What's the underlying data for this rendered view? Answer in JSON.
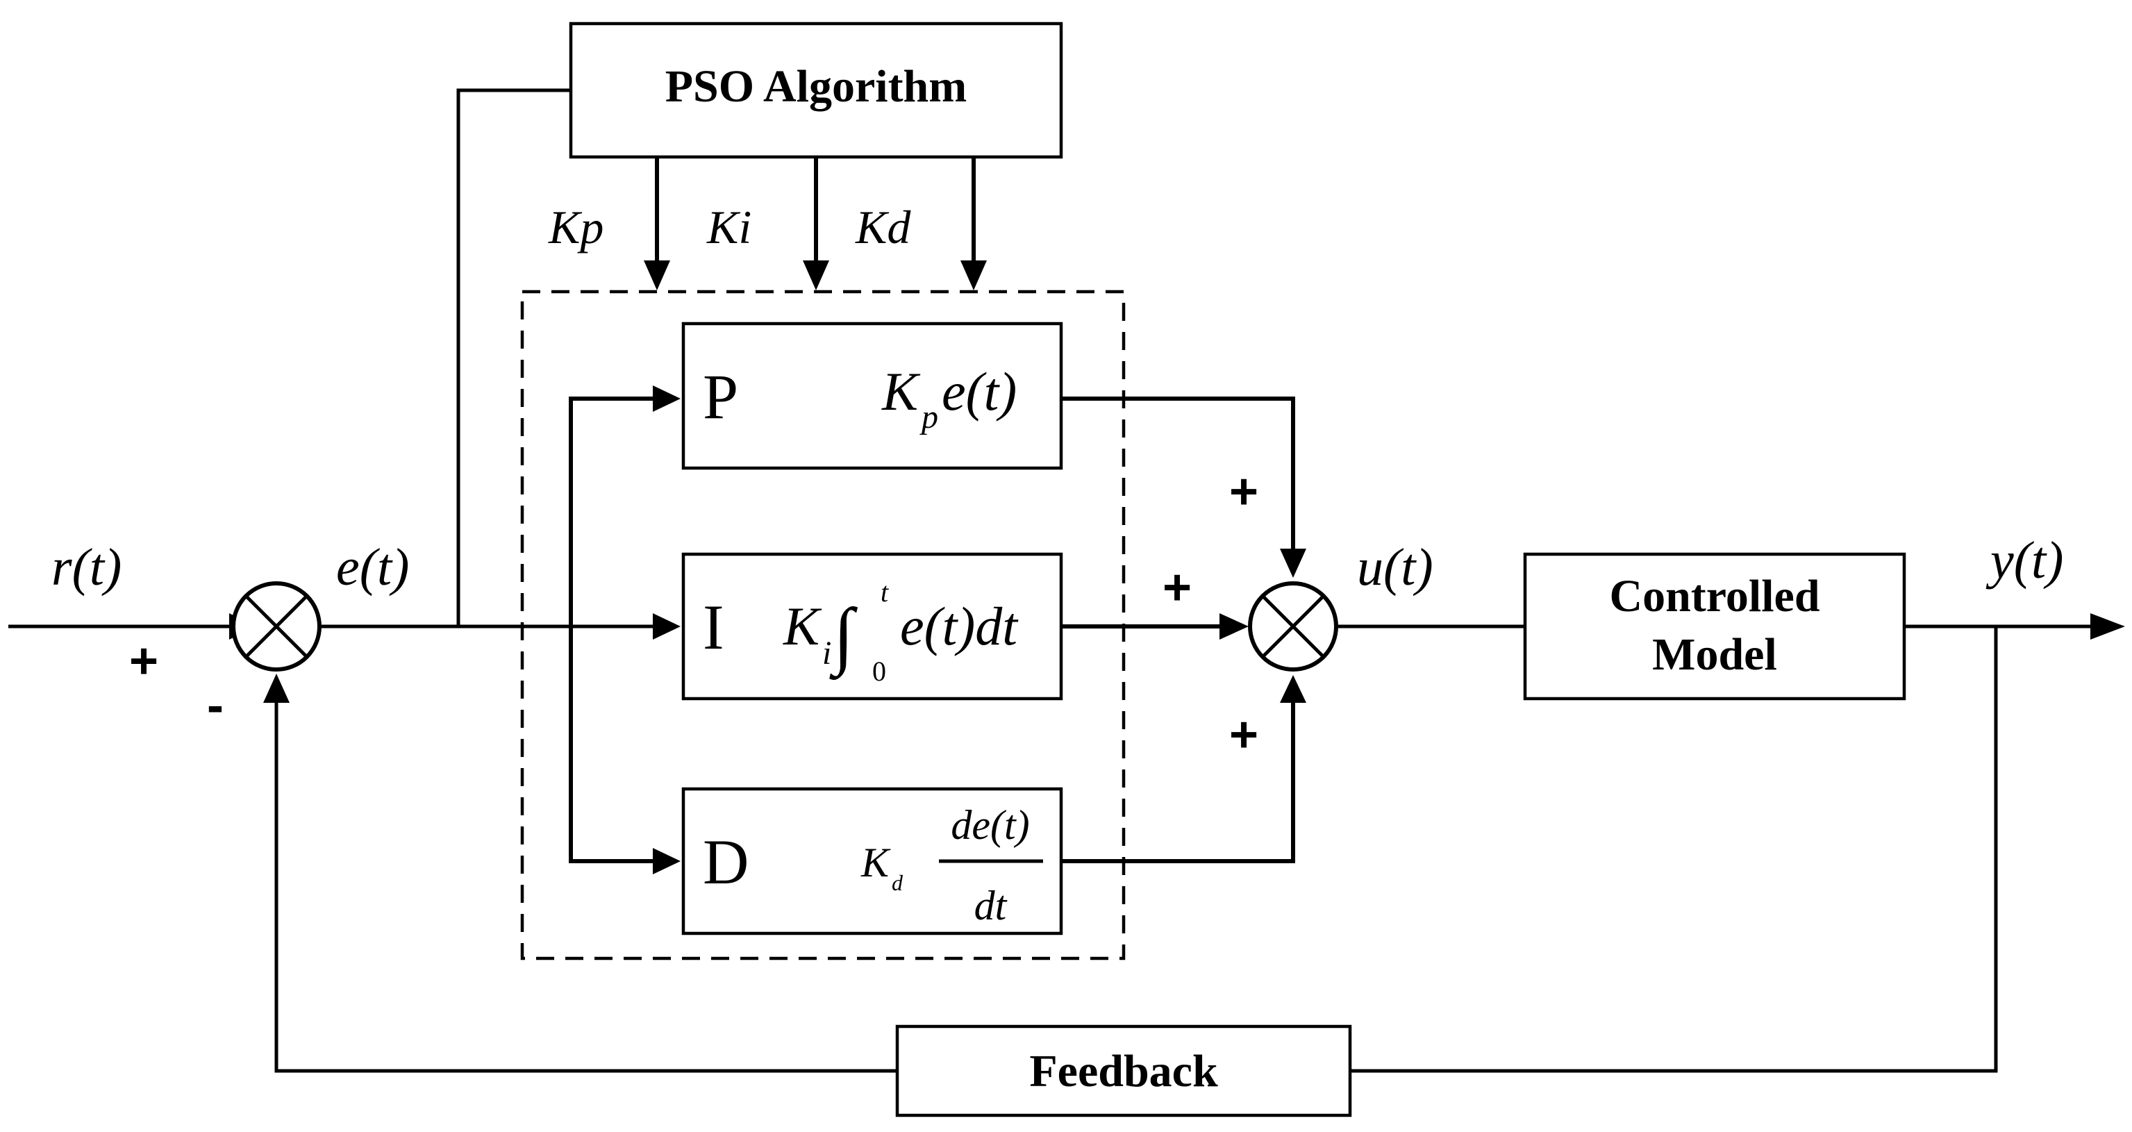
{
  "diagram": {
    "blocks": {
      "pso": "PSO Algorithm",
      "controlled_model_line1": "Controlled",
      "controlled_model_line2": "Model",
      "feedback": "Feedback",
      "p_letter": "P",
      "i_letter": "I",
      "d_letter": "D"
    },
    "gains": {
      "kp": "Kp",
      "ki": "Ki",
      "kd": "Kd"
    },
    "formulas": {
      "p_K": "K",
      "p_sub": "p",
      "p_rest": "e(t)",
      "i_K": "K",
      "i_sub": "i",
      "i_integral": "∫",
      "i_upper": "t",
      "i_lower": "0",
      "i_rest": "e(t)dt",
      "d_K": "K",
      "d_sub": "d",
      "d_num": "de(t)",
      "d_den": "dt"
    },
    "signals": {
      "reference": "r(t)",
      "error": "e(t)",
      "control": "u(t)",
      "output": "y(t)"
    },
    "signs": {
      "ref_plus": "+",
      "fb_minus": "-",
      "p_plus": "+",
      "i_plus": "+",
      "d_plus": "+"
    }
  }
}
